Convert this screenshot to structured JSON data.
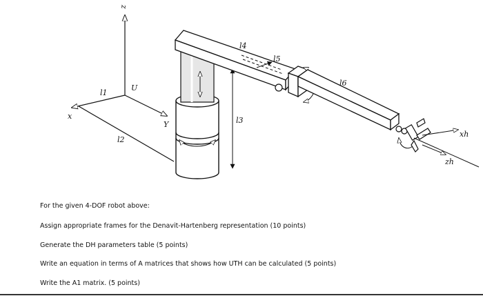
{
  "figure": {
    "labels": {
      "z": "z",
      "x": "x",
      "y": "Y",
      "u": "U",
      "l1": "l1",
      "l2": "l2",
      "l3": "l3",
      "l4": "l4",
      "l5": "l5",
      "l6": "l6",
      "xh": "xh",
      "zh": "zh"
    }
  },
  "text": {
    "line1": "For the given 4-DOF robot above:",
    "line2": "Assign appropriate frames for the Denavit-Hartenberg representation (10 points)",
    "line3": "Generate the DH parameters table (5 points)",
    "line4": "Write an equation in terms of A matrices that shows how UTH can be calculated (5 points)",
    "line5": "Write the A1 matrix. (5 points)"
  }
}
